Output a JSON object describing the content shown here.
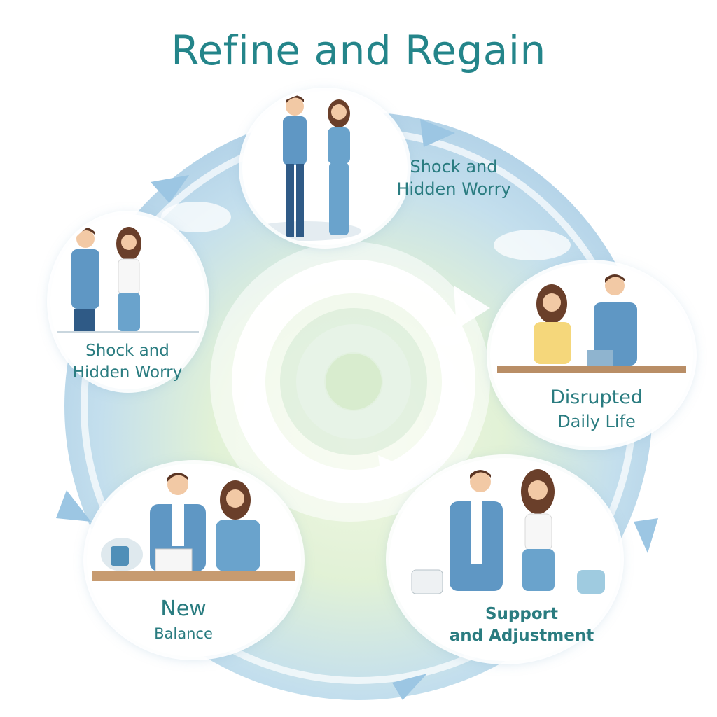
{
  "title": "Refine and Regain",
  "stages": [
    {
      "line1": "Shock and",
      "line2": "Hidden Worry"
    },
    {
      "line1": "Disrupted",
      "line2": "Daily Life"
    },
    {
      "line1": "Support",
      "line2": "and Adjustment"
    },
    {
      "line1": "New",
      "line2": "Balance"
    },
    {
      "line1": "Shock and",
      "line2": "Hidden Worry"
    }
  ],
  "colors": {
    "title": "#24858a",
    "label": "#2a7c80",
    "cycle_blue": "#a9cde6",
    "cycle_green": "#d7ecc3",
    "denim": "#5a94c0",
    "hair_brown": "#6a3f2a"
  }
}
